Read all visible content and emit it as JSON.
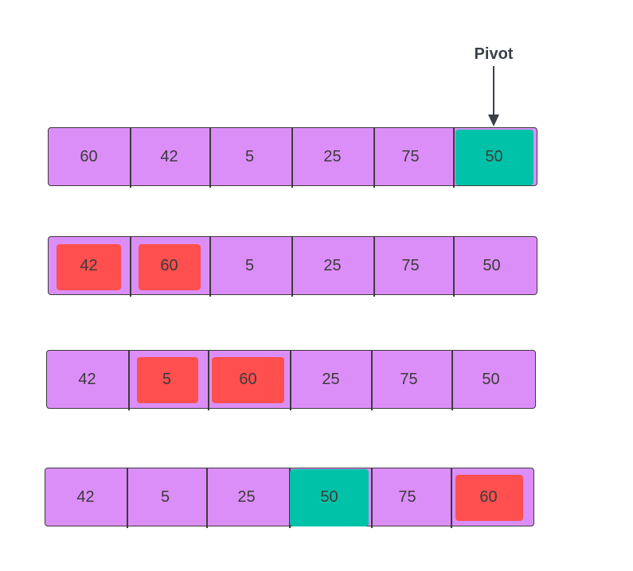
{
  "pivot_label": "Pivot",
  "colors": {
    "row_fill": "#dc8ef8",
    "swap_highlight": "#ff4f4f",
    "pivot_highlight": "#00c2a8",
    "border": "#3b3b3b"
  },
  "rows": [
    {
      "values": [
        "60",
        "42",
        "5",
        "25",
        "75",
        "50"
      ],
      "highlights": [
        "none",
        "none",
        "none",
        "none",
        "none",
        "pivot"
      ]
    },
    {
      "values": [
        "42",
        "60",
        "5",
        "25",
        "75",
        "50"
      ],
      "highlights": [
        "swap",
        "swap",
        "none",
        "none",
        "none",
        "none"
      ]
    },
    {
      "values": [
        "42",
        "5",
        "60",
        "25",
        "75",
        "50"
      ],
      "highlights": [
        "none",
        "swap",
        "swap",
        "none",
        "none",
        "none"
      ]
    },
    {
      "values": [
        "42",
        "5",
        "25",
        "50",
        "75",
        "60"
      ],
      "highlights": [
        "none",
        "none",
        "none",
        "pivot",
        "none",
        "swap"
      ]
    }
  ]
}
